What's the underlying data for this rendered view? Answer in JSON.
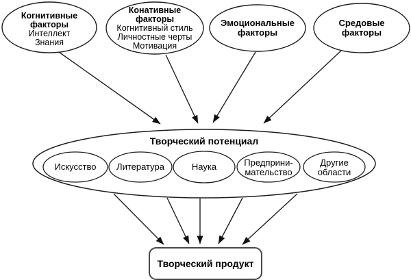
{
  "colors": {
    "background": "#ffffff",
    "line": "#1e1e1e",
    "text": "#000000"
  },
  "nodes": {
    "cognitive": {
      "title1": "Когнитивные",
      "title2": "факторы",
      "item1": "Интеллект",
      "item2": "Знания"
    },
    "conative": {
      "title1": "Конативные",
      "title2": "факторы",
      "item1": "Когнитивный стиль",
      "item2": "Личностные черты",
      "item3": "Мотивация"
    },
    "emotional": {
      "title1": "Эмоциональные",
      "title2": "факторы"
    },
    "environment": {
      "title1": "Средовые",
      "title2": "факторы"
    },
    "potential": {
      "title": "Творческий потенциал"
    },
    "domains": {
      "art": "Искусство",
      "literature": "Литература",
      "science": "Наука",
      "entrepreneurship1": "Предприни-",
      "entrepreneurship2": "мательство",
      "other1": "Другие",
      "other2": "области"
    },
    "product": {
      "title": "Творческий продукт"
    }
  }
}
